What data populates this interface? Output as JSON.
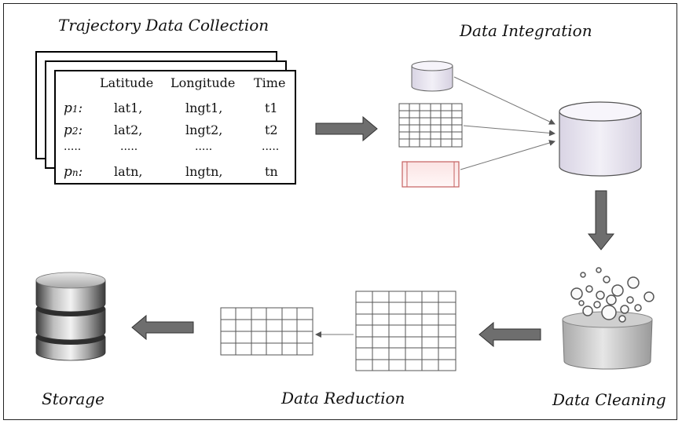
{
  "captions": {
    "collection": "Trajectory Data Collection",
    "integration": "Data Integration",
    "cleaning": "Data Cleaning",
    "reduction": "Data Reduction",
    "storage": "Storage"
  },
  "table": {
    "headers": [
      "Latitude",
      "Longitude",
      "Time"
    ],
    "rows": [
      {
        "p": "p",
        "sub": "1",
        "lat": "lat1,",
        "lng": "lngt1,",
        "t": "t1"
      },
      {
        "p": "p",
        "sub": "2",
        "lat": "lat2,",
        "lng": "lngt2,",
        "t": "t2"
      },
      {
        "p": ".....",
        "sub": "",
        "lat": ".....",
        "lng": ".....",
        "t": "....."
      },
      {
        "p": "p",
        "sub": "n",
        "lat": "latn,",
        "lng": "lngtn,",
        "t": "tn"
      }
    ]
  },
  "colors": {
    "arrow_fill": "#6e6e6e",
    "cylinder_top": "#f4f2f8",
    "cylinder_body": "#e8e4f0",
    "grid_line": "#555555",
    "red_box": "#c46060"
  }
}
